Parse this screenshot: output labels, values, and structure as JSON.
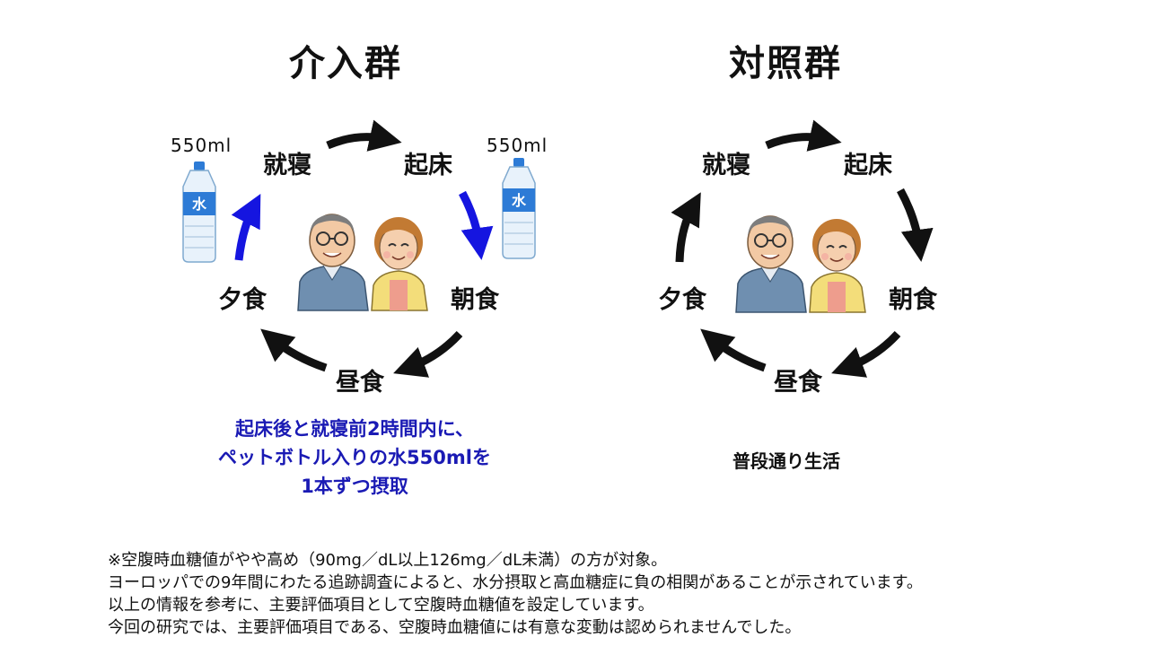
{
  "intervention": {
    "title": "介入群",
    "labels": {
      "bedtime": "就寝",
      "wake": "起床",
      "breakfast": "朝食",
      "lunch": "昼食",
      "dinner": "夕食"
    },
    "bottle_left": {
      "volume": "550ml",
      "label": "水"
    },
    "bottle_right": {
      "volume": "550ml",
      "label": "水"
    },
    "note_lines": [
      "起床後と就寝前2時間内に、",
      "ペットボトル入りの水550mlを",
      "1本ずつ摂取"
    ]
  },
  "control": {
    "title": "対照群",
    "labels": {
      "bedtime": "就寝",
      "wake": "起床",
      "breakfast": "朝食",
      "lunch": "昼食",
      "dinner": "夕食"
    },
    "note": "普段通り生活"
  },
  "footer": {
    "lines": [
      "※空腹時血糖値がやや高め（90mg／dL以上126mg／dL未満）の方が対象。",
      "ヨーロッパでの9年間にわたる追跡調査によると、水分摂取と高血糖症に負の相関があることが示されています。",
      "以上の情報を参考に、主要評価項目として空腹時血糖値を設定しています。",
      "今回の研究では、主要評価項目である、空腹時血糖値には有意な変動は認められませんでした。"
    ]
  },
  "colors": {
    "arrow_black": "#111111",
    "arrow_blue": "#1515e0",
    "note_blue": "#1a1ab4"
  }
}
